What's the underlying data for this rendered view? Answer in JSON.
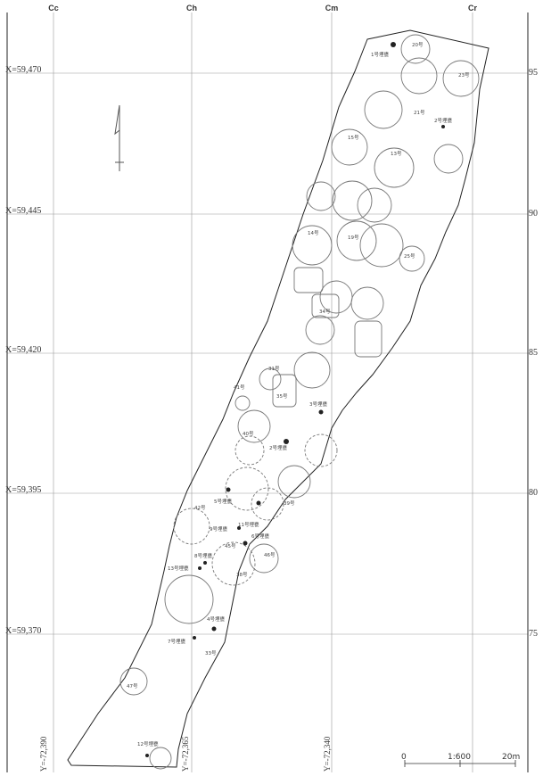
{
  "grid": {
    "top_labels": [
      "Cc",
      "Ch",
      "Cm",
      "Cr"
    ],
    "left_labels": [
      "X=59,470",
      "X=59,445",
      "X=59,420",
      "X=59,395",
      "X=59,370"
    ],
    "right_labels": [
      "95",
      "90",
      "85",
      "80",
      "75"
    ],
    "bottom_labels": [
      "Y=-72,390",
      "Y=-72,365",
      "Y=-72,340"
    ]
  },
  "features": {
    "pits": [
      "1号埋甕",
      "2号埋甕",
      "3号埋甕",
      "2号埋甕",
      "5号埋甕",
      "9号埋甕",
      "11号埋甕",
      "6号埋甕",
      "8号埋甕",
      "13号埋甕",
      "4号埋甕",
      "7号埋甕",
      "12号埋甕"
    ],
    "dwellings": [
      "20号",
      "23号",
      "21号",
      "15号",
      "13号",
      "14号",
      "19号",
      "25号",
      "34号",
      "31号",
      "35号",
      "40号",
      "39号",
      "41号",
      "42号",
      "45号",
      "46号",
      "38号",
      "47号",
      "33号"
    ]
  },
  "scale": {
    "ratio": "1:600",
    "start": "0",
    "end": "20m"
  }
}
